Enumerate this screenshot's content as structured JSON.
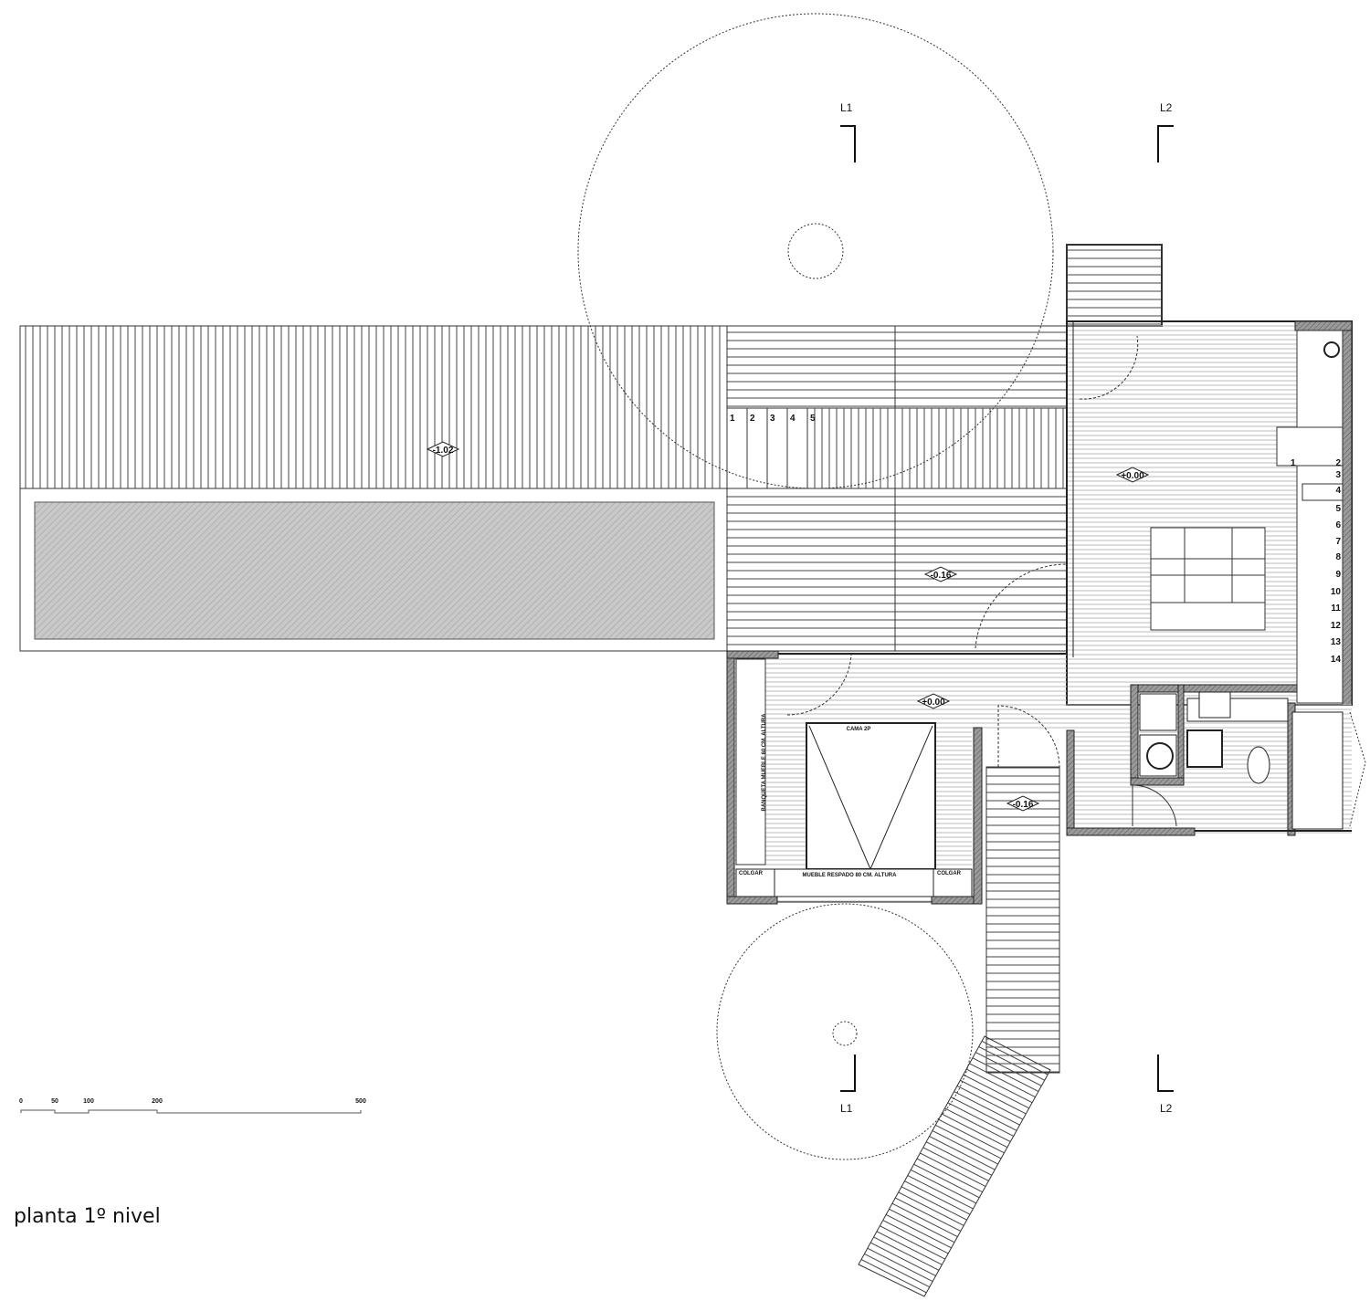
{
  "title": "planta 1º nivel",
  "levels": {
    "pool_terrace": "-1.02",
    "deck": "-0.16",
    "living": "+0.00",
    "bedroom": "+0.00",
    "walkway": "-0.16"
  },
  "sections": {
    "top_left": "L1",
    "top_right": "L2",
    "bottom_left": "L1",
    "bottom_right": "L2"
  },
  "scale_bar": {
    "labels": [
      "0",
      "50",
      "100",
      "200",
      "500"
    ]
  },
  "deck_steps": [
    "1",
    "2",
    "3",
    "4",
    "5"
  ],
  "stair_steps": [
    "1",
    "2",
    "3",
    "4",
    "5",
    "6",
    "7",
    "8",
    "9",
    "10",
    "11",
    "12",
    "13",
    "14"
  ],
  "bedroom": {
    "bed": "CAMA 2P",
    "bench": "BANQUETA MUEBLE 60 CM. ALTURA",
    "headboard": "MUEBLE RESPADO 80 CM. ALTURA",
    "closet_left": "COLGAR",
    "closet_right": "COLGAR"
  },
  "colors": {
    "line": "#222222",
    "wall_fill": "#8a8a8a",
    "pool_fill": "#c4c4c4"
  }
}
